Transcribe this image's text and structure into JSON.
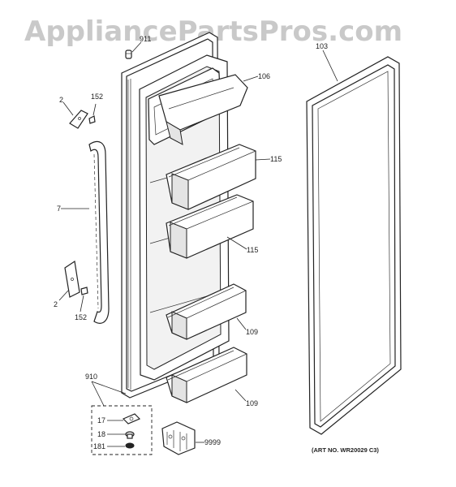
{
  "watermark": "AppliancePartsPros.com",
  "callouts": {
    "p911": "911",
    "p103": "103",
    "p106": "106",
    "p152a": "152",
    "p2a": "2",
    "p115a": "115",
    "p7": "7",
    "p115b": "115",
    "p2b": "2",
    "p152b": "152",
    "p109a": "109",
    "p910": "910",
    "p109b": "109",
    "p17": "17",
    "p18": "18",
    "p181": "181",
    "p9999": "9999"
  },
  "art_number": "(ART NO. WR20029 C3)"
}
